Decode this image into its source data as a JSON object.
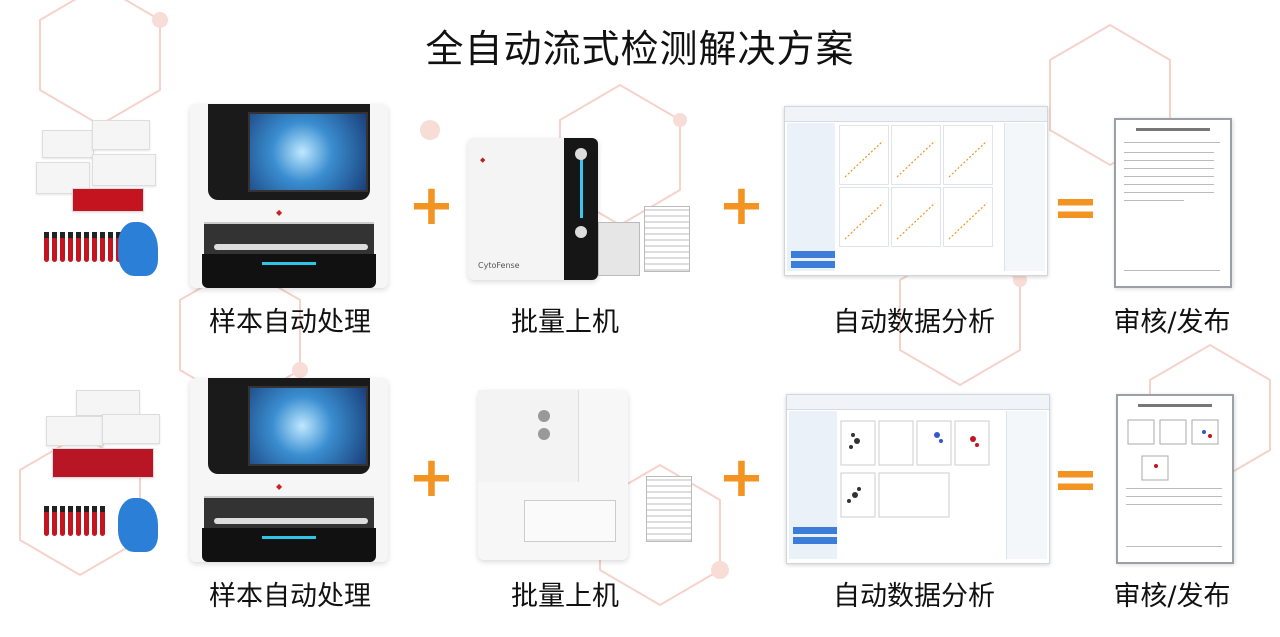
{
  "title": "全自动流式检测解决方案",
  "rows": [
    {
      "steps": [
        {
          "label": "样本自动处理"
        },
        {
          "label": "批量上机",
          "device_name": "CytoFense"
        },
        {
          "label": "自动数据分析"
        },
        {
          "label": "审核/发布"
        }
      ]
    },
    {
      "steps": [
        {
          "label": "样本自动处理"
        },
        {
          "label": "批量上机"
        },
        {
          "label": "自动数据分析"
        },
        {
          "label": "审核/发布"
        }
      ]
    }
  ],
  "operators": {
    "plus": "+",
    "equals": "="
  },
  "colors": {
    "accent": "#f39322",
    "hex_lines": "#f6c8c0",
    "tube_red": "#c41420",
    "glove_blue": "#2b7fd6"
  }
}
